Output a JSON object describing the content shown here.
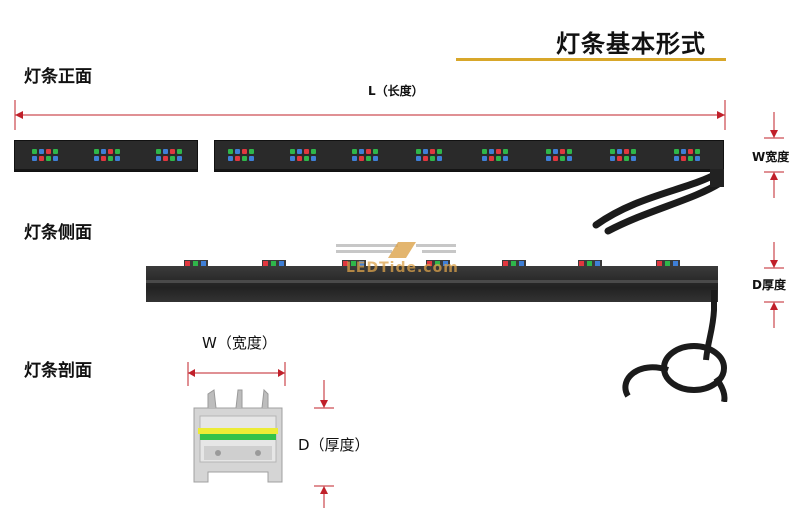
{
  "header": {
    "title": "灯条基本形式"
  },
  "sections": {
    "front": "灯条正面",
    "side": "灯条侧面",
    "section": "灯条剖面"
  },
  "dimensions": {
    "length": "L（长度）",
    "width_right": "W宽度",
    "depth_right": "D厚度",
    "width_section": "W（宽度）",
    "depth_section": "D（厚度）"
  },
  "watermark": {
    "text": "LEDTide.com"
  },
  "colors": {
    "accent_rule": "#d8a72a",
    "dimension_line": "#c0202a",
    "bar_body": "#2a2a2a",
    "led_green": "#2fb64a",
    "led_red": "#e0373f",
    "led_blue": "#3f7fd6",
    "section_yellow": "#ecec36",
    "section_green": "#33c24a"
  }
}
